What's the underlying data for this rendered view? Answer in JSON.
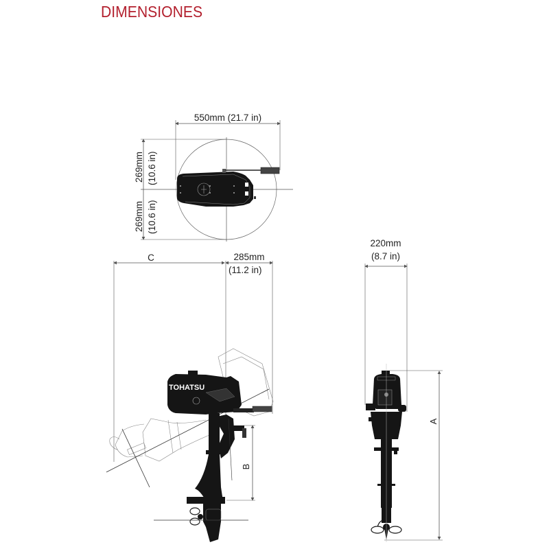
{
  "title": "DIMENSIONES",
  "brand": "TOHATSU",
  "colors": {
    "title": "#b3202e",
    "lines": "#555555",
    "engine": "#151515"
  },
  "top_view": {
    "width_label": "550mm (21.7 in)",
    "upper_half_mm": "269mm",
    "upper_half_in": "(10.6 in)",
    "lower_half_mm": "269mm",
    "lower_half_in": "(10.6 in)"
  },
  "side_view": {
    "c_label": "C",
    "tilt_mm": "285mm",
    "tilt_in": "(11.2 in)",
    "b_label": "B"
  },
  "rear_view": {
    "width_mm": "220mm",
    "width_in": "(8.7 in)",
    "a_label": "A"
  }
}
